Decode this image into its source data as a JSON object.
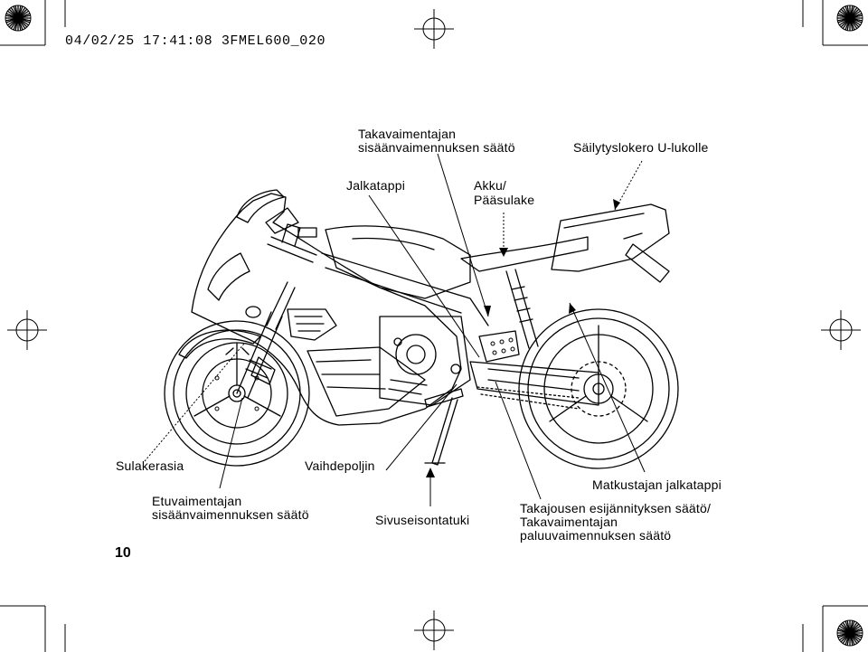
{
  "header": {
    "print_stamp": "04/02/25 17:41:08 3FMEL600_020"
  },
  "page_number": "10",
  "labels": {
    "rear_compression": [
      "Takavaimentajan",
      "sisäänvaimennuksen säätö"
    ],
    "storage": "Säilytyslokero U-lukolle",
    "footpeg": "Jalkatappi",
    "battery": [
      "Akku/",
      "Pääsulake"
    ],
    "fuse_box": "Sulakerasia",
    "shift_pedal": "Vaihdepoljin",
    "front_compression": [
      "Etuvaimentajan",
      "sisäänvaimennuksen säätö"
    ],
    "sidestand": "Sivuseisontatuki",
    "passenger_footpeg": "Matkustajan jalkatappi",
    "rear_spring": [
      "Takajousen esijännityksen säätö/",
      "Takavaimentajan",
      "paluuvaimennuksen säätö"
    ]
  }
}
